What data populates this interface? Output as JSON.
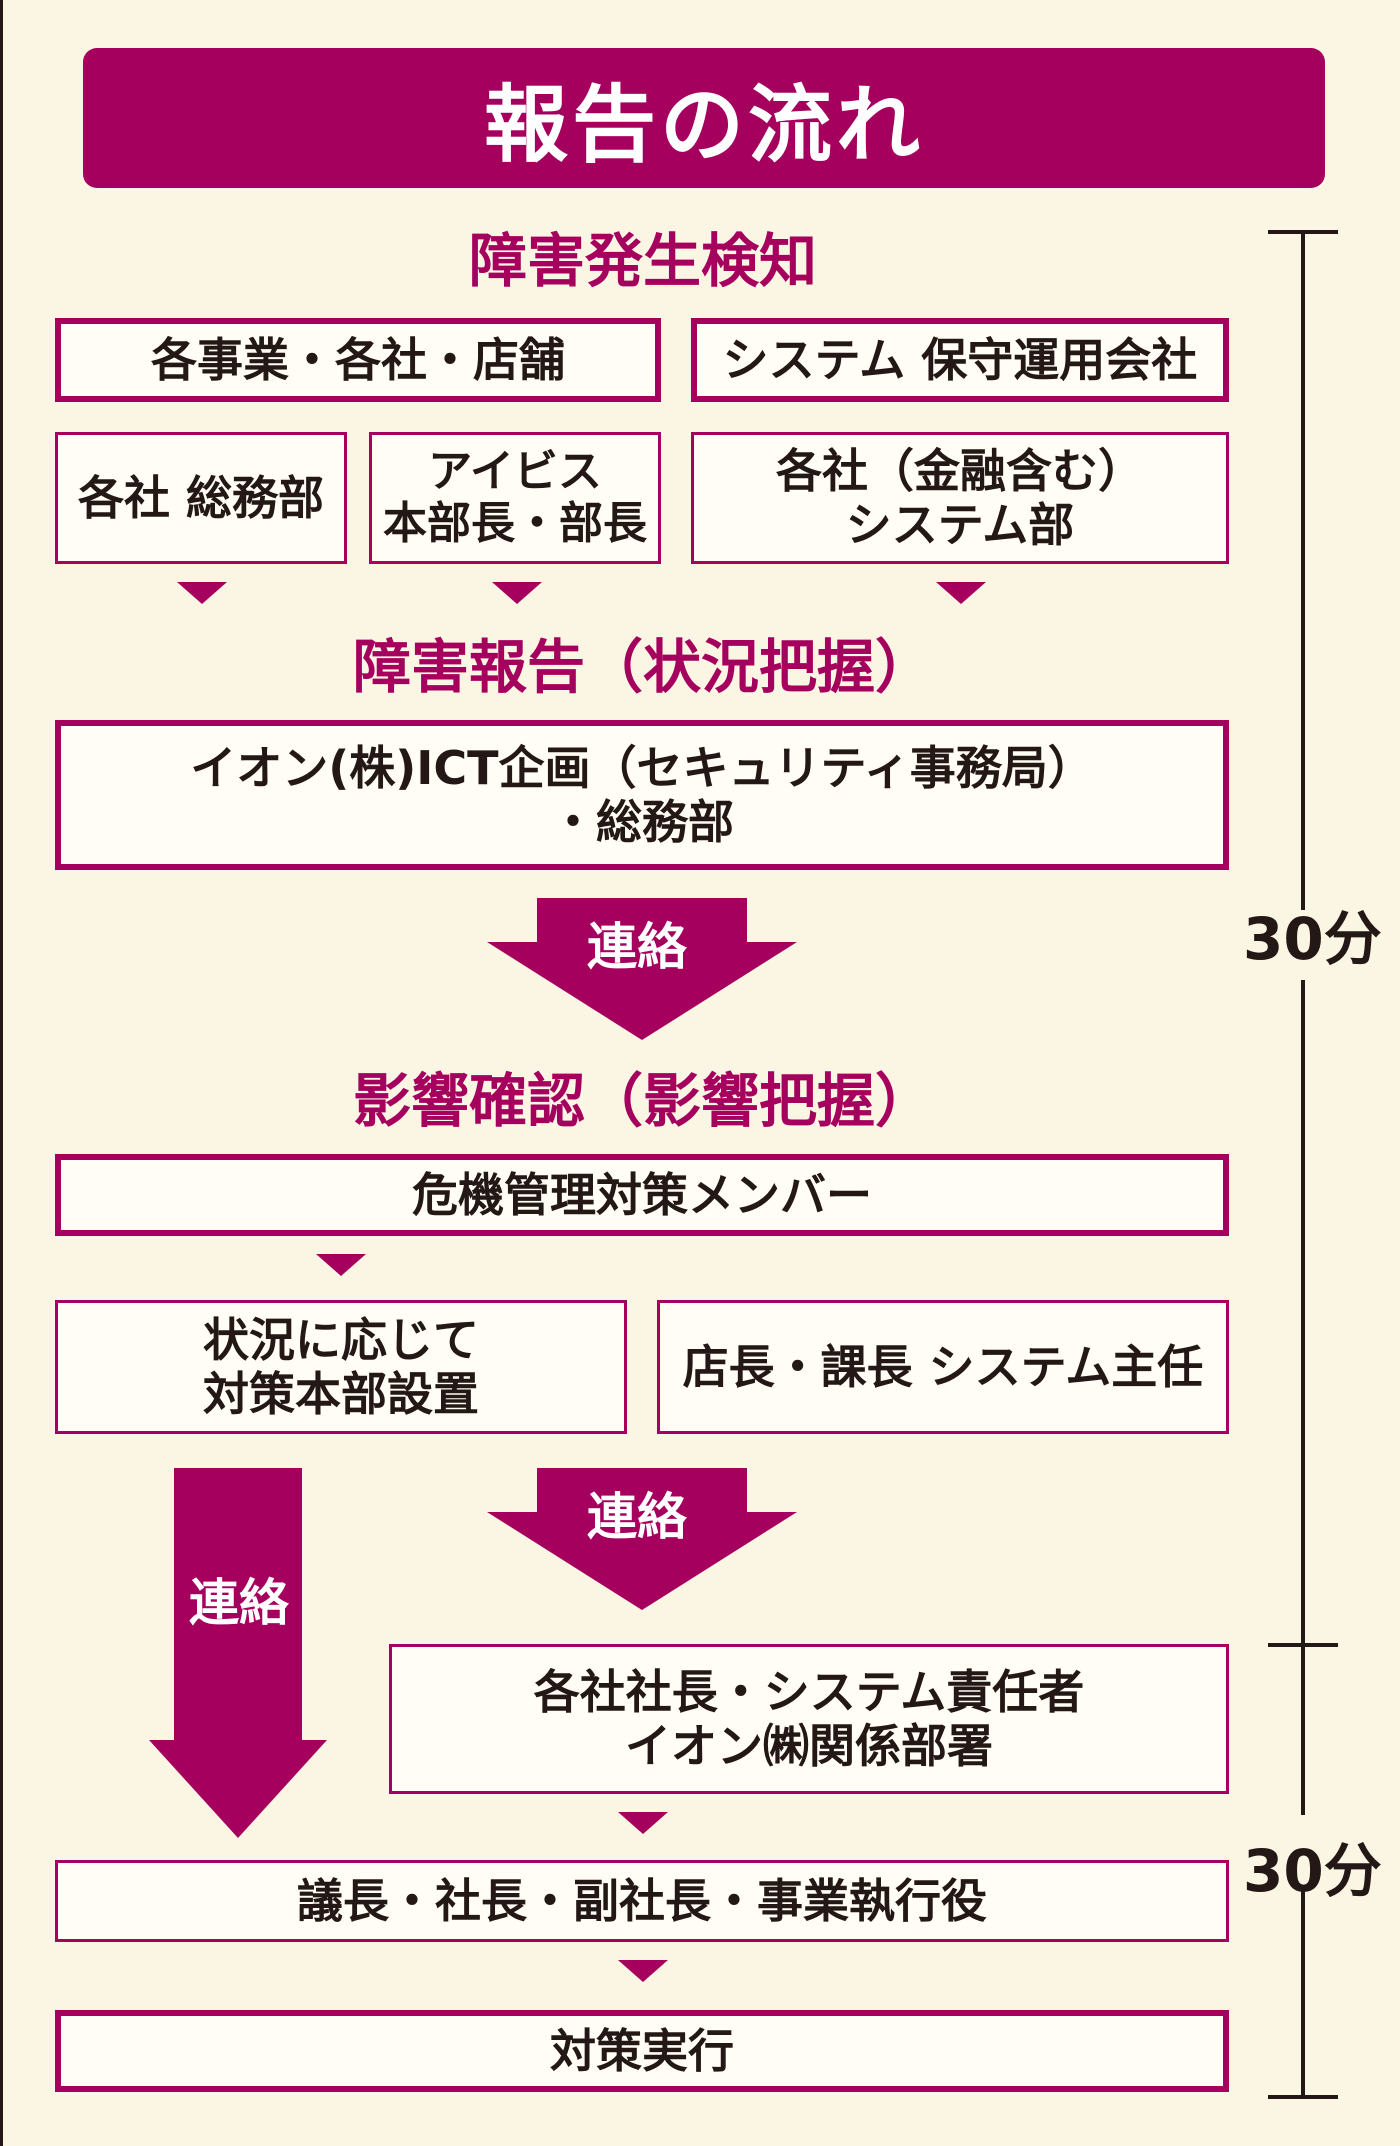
{
  "title": "報告の流れ",
  "stages": {
    "detection": {
      "heading": "障害発生検知",
      "box_operations": "各事業・各社・店舗",
      "box_vendor": "システム 保守運用会社",
      "box_admin": "各社 総務部",
      "box_aibis": [
        "アイビス",
        "本部長・部長"
      ],
      "box_system_dept": [
        "各社（金融含む）",
        "システム部"
      ]
    },
    "report": {
      "heading": "障害報告（状況把握）",
      "box_ict": [
        "イオン(株)ICT企画（セキュリティ事務局）",
        "・総務部"
      ],
      "contact_label": "連絡"
    },
    "impact": {
      "heading": "影響確認（影響把握）",
      "box_crisis": "危機管理対策メンバー",
      "box_hq": [
        "状況に応じて",
        "対策本部設置"
      ],
      "box_managers": "店長・課長 システム主任",
      "contact_label_right": "連絡",
      "contact_label_left": "連絡"
    },
    "escalation": {
      "box_presidents": [
        "各社社長・システム責任者",
        "イオン㈱関係部署"
      ],
      "box_executives": "議長・社長・副社長・事業執行役",
      "box_action": "対策実行"
    }
  },
  "timeline": {
    "segment_1": "30分",
    "segment_2": "30分"
  },
  "colors": {
    "accent": "#a5005e",
    "background": "#fbf5e3",
    "text": "#231815"
  }
}
